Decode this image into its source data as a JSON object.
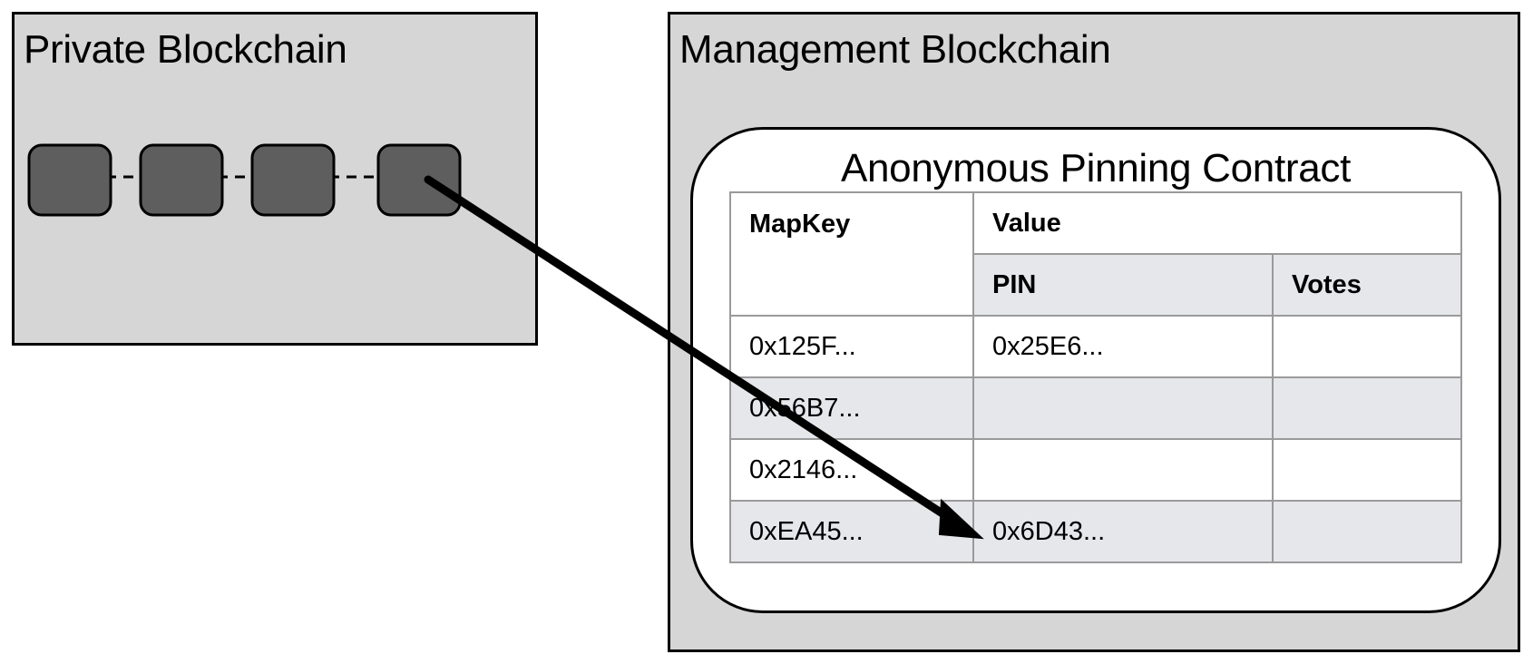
{
  "private_blockchain": {
    "title": "Private Blockchain",
    "block_count": 4
  },
  "management_blockchain": {
    "title": "Management Blockchain",
    "contract": {
      "title": "Anonymous Pinning Contract",
      "headers": {
        "mapkey": "MapKey",
        "value": "Value",
        "pin": "PIN",
        "votes": "Votes"
      },
      "rows": [
        {
          "mapkey": "0x125F...",
          "pin": "0x25E6...",
          "votes": ""
        },
        {
          "mapkey": "0x56B7...",
          "pin": "",
          "votes": ""
        },
        {
          "mapkey": "0x2146...",
          "pin": "",
          "votes": ""
        },
        {
          "mapkey": "0xEA45...",
          "pin": "0x6D43...",
          "votes": ""
        }
      ]
    }
  },
  "colors": {
    "panel_fill": "#d6d6d6",
    "block_fill": "#5e5e5e",
    "table_gray": "#e6e7eb",
    "table_border": "#9a9a9a"
  }
}
